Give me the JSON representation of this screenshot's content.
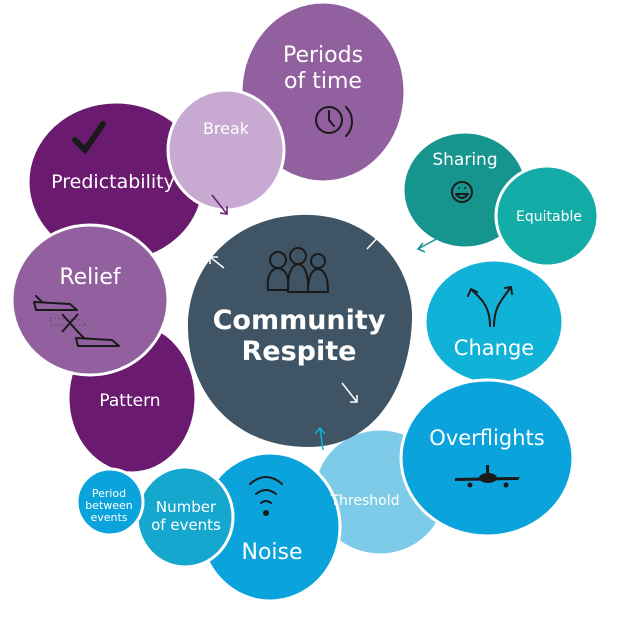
{
  "center": {
    "line1": "Community",
    "line2": "Respite"
  },
  "bubbles": {
    "periods": {
      "line1": "Periods",
      "line2": "of time"
    },
    "break": "Break",
    "predictability": "Predictability",
    "relief": "Relief",
    "pattern": "Pattern",
    "sharing": "Sharing",
    "equitable": "Equitable",
    "change": "Change",
    "overflights": "Overflights",
    "threshold": "Threshold",
    "noise": "Noise",
    "number_of_events": {
      "line1": "Number",
      "line2": "of events"
    },
    "period_between": {
      "line1": "Period",
      "line2": "between",
      "line3": "events"
    }
  },
  "colors": {
    "dark_purple": "#6b1b6f",
    "mid_purple": "#93609f",
    "light_purple": "#c7a9d1",
    "slate": "#3f5566",
    "teal_dark": "#16958f",
    "teal_light": "#14aca7",
    "cyan": "#10b2d8",
    "blue": "#0aa3dc",
    "light_blue": "#7dcbe8"
  }
}
